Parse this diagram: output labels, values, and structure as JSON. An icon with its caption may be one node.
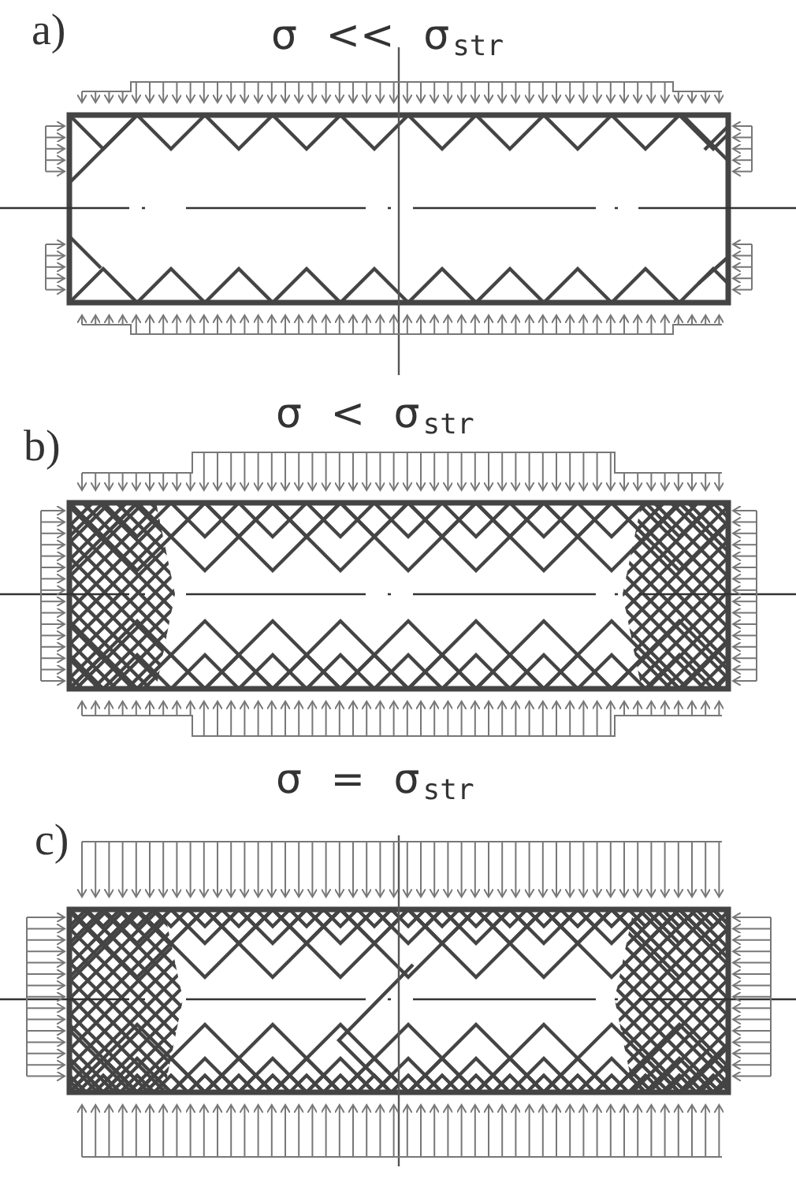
{
  "diagram": {
    "labels": [
      "a)",
      "σ << σ$_{str}$",
      "b)",
      "σ < σ$_{str}$",
      "σ = σ$_{str}$",
      "c)"
    ]
  }
}
